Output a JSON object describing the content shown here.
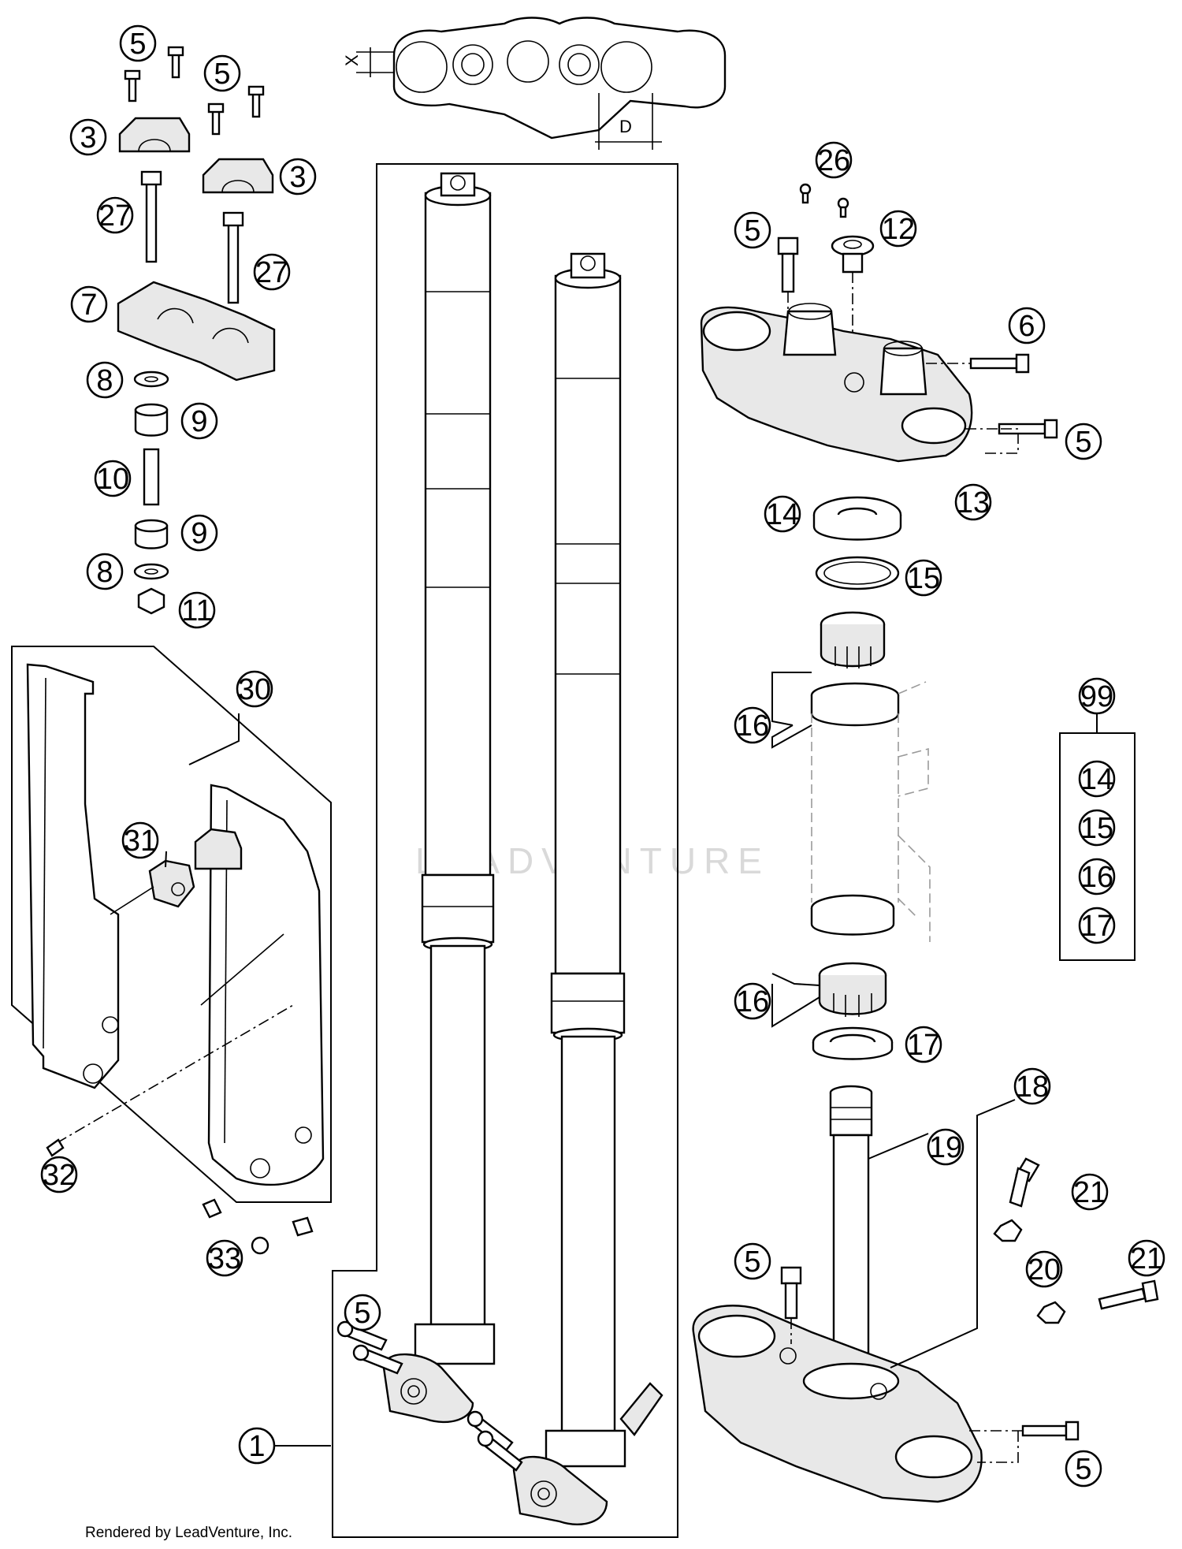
{
  "diagram": {
    "watermark": "LEADVENTURE",
    "credit": "Rendered by LeadVenture, Inc.",
    "dimension_labels": {
      "x": "X",
      "d": "D"
    },
    "callouts": {
      "c5a": "5",
      "c5b": "5",
      "c3a": "3",
      "c3b": "3",
      "c27a": "27",
      "c27b": "27",
      "c7": "7",
      "c8a": "8",
      "c9a": "9",
      "c10": "10",
      "c9b": "9",
      "c8b": "8",
      "c11": "11",
      "c30": "30",
      "c31": "31",
      "c32": "32",
      "c33": "33",
      "c1": "1",
      "c5c": "5",
      "c26": "26",
      "c5d": "5",
      "c12": "12",
      "c6": "6",
      "c5e": "5",
      "c13": "13",
      "c14a": "14",
      "c15a": "15",
      "c16a": "16",
      "c99": "99",
      "c14b": "14",
      "c15b": "15",
      "c16b": "16",
      "c17b": "17",
      "c16c": "16",
      "c17a": "17",
      "c18": "18",
      "c19": "19",
      "c21a": "21",
      "c20": "20",
      "c21b": "21",
      "c5f": "5",
      "c5g": "5"
    }
  }
}
